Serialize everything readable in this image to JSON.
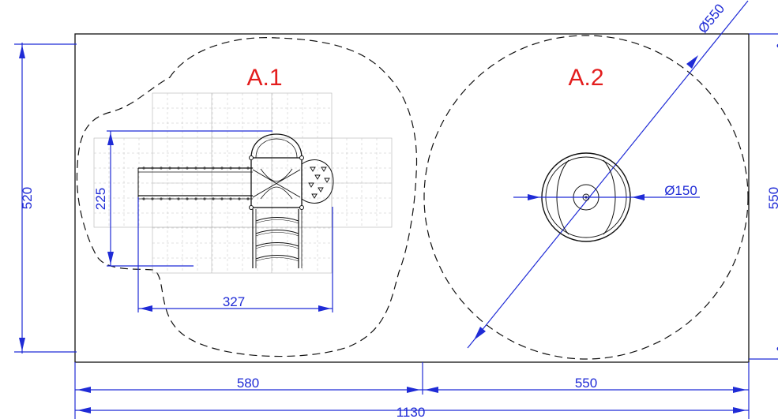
{
  "areas": [
    {
      "id": "A.1",
      "label": "A.1"
    },
    {
      "id": "A.2",
      "label": "A.2"
    }
  ],
  "dimensions": {
    "total_width": "1130",
    "left_width": "580",
    "right_width": "550",
    "left_height": "520",
    "right_height": "550",
    "diameter_circle": "Ø550",
    "diameter_center": "Ø150",
    "equipment_width": "327",
    "equipment_depth": "225"
  },
  "colors": {
    "dimension": "#1f2bd6",
    "area_label": "#e31d1d",
    "outline": "#111111"
  }
}
